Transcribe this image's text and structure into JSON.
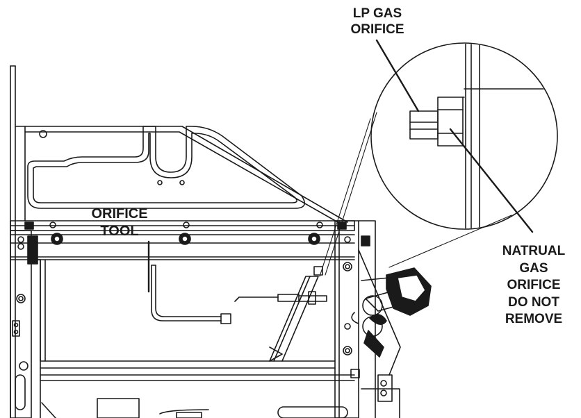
{
  "labels": {
    "lp_gas_orifice": [
      "LP GAS",
      "ORIFICE"
    ],
    "orifice_tool": [
      "ORIFICE",
      "TOOL"
    ],
    "natural_gas_orifice": [
      "NATRUAL",
      "GAS",
      "ORIFICE",
      "DO NOT",
      "REMOVE"
    ]
  },
  "colors": {
    "line": "#1a1a1a",
    "background": "#ffffff"
  }
}
